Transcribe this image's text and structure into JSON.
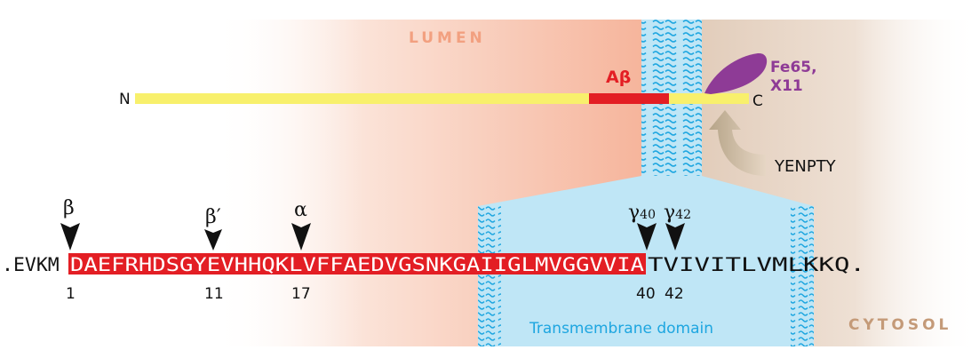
{
  "regions": {
    "lumen": "LUMEN",
    "cytosol": "CYTOSOL",
    "tm_domain": "Transmembrane domain"
  },
  "protein": {
    "n_term": "N",
    "c_term": "C",
    "abeta": "Aβ",
    "adaptor_line1": "Fe65,",
    "adaptor_line2": "X11",
    "motif": "YENPTY"
  },
  "sequence": {
    "prefix": ".EVKM",
    "abeta_segment": "DAEFRHDSGYEVHHQKLVFFAEDVGSNKGAIIGLMVGGVVIA",
    "suffix": "TVIVITLVMLKKQ."
  },
  "cleavage_sites": [
    {
      "label": "β",
      "position": "1"
    },
    {
      "label": "β′",
      "position": "11"
    },
    {
      "label": "α",
      "position": "17"
    },
    {
      "label": "γ",
      "sub": "40",
      "position": "40"
    },
    {
      "label": "γ",
      "sub": "42",
      "position": "42"
    }
  ],
  "colors": {
    "abeta_red": "#e31e24",
    "protein_yellow": "#f8f06c",
    "lumen_peach": "#f6b8a0",
    "cytosol_tan": "#e6d3c3",
    "membrane_blue": "#bfe6f6",
    "lipid_blue": "#1ea6e0",
    "adaptor_purple": "#8e3b96",
    "lumen_label": "#f2a080",
    "cytosol_label": "#c49a78"
  }
}
